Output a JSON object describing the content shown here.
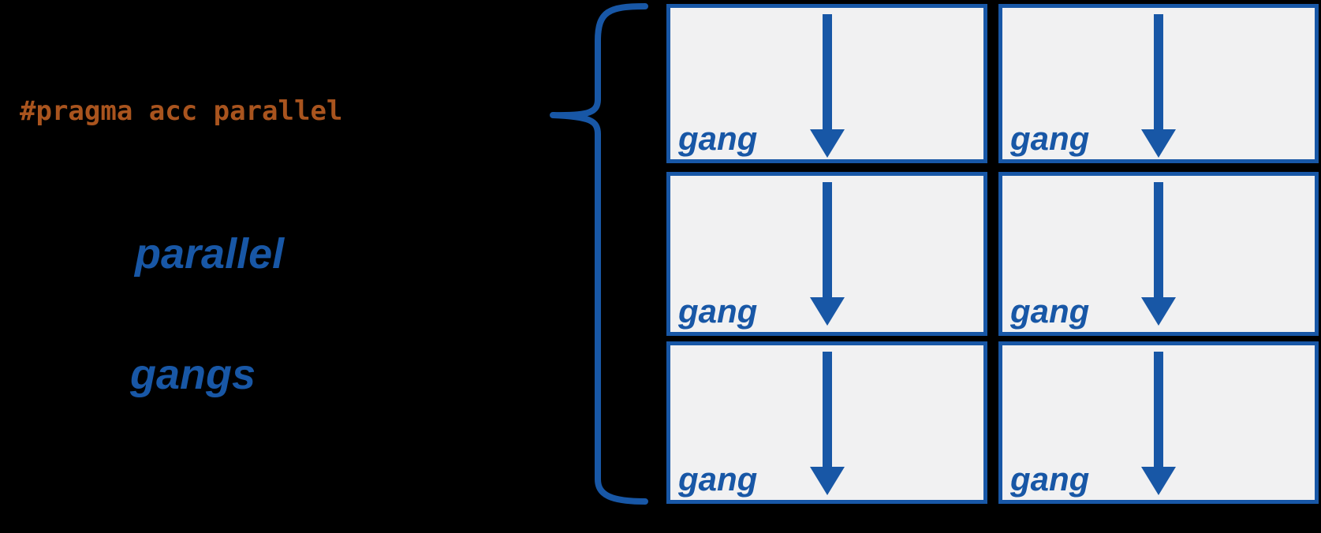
{
  "colors": {
    "bg": "#000000",
    "blue": "#1857A6",
    "orange": "#A9541E",
    "box_fill": "#F1F1F2"
  },
  "pragma": {
    "label": "#pragma acc parallel"
  },
  "left_labels": {
    "parallel": "parallel",
    "gangs": "gangs"
  },
  "grid": {
    "rows": 3,
    "cols": 2,
    "cells": [
      {
        "label": "gang"
      },
      {
        "label": "gang"
      },
      {
        "label": "gang"
      },
      {
        "label": "gang"
      },
      {
        "label": "gang"
      },
      {
        "label": "gang"
      }
    ]
  }
}
